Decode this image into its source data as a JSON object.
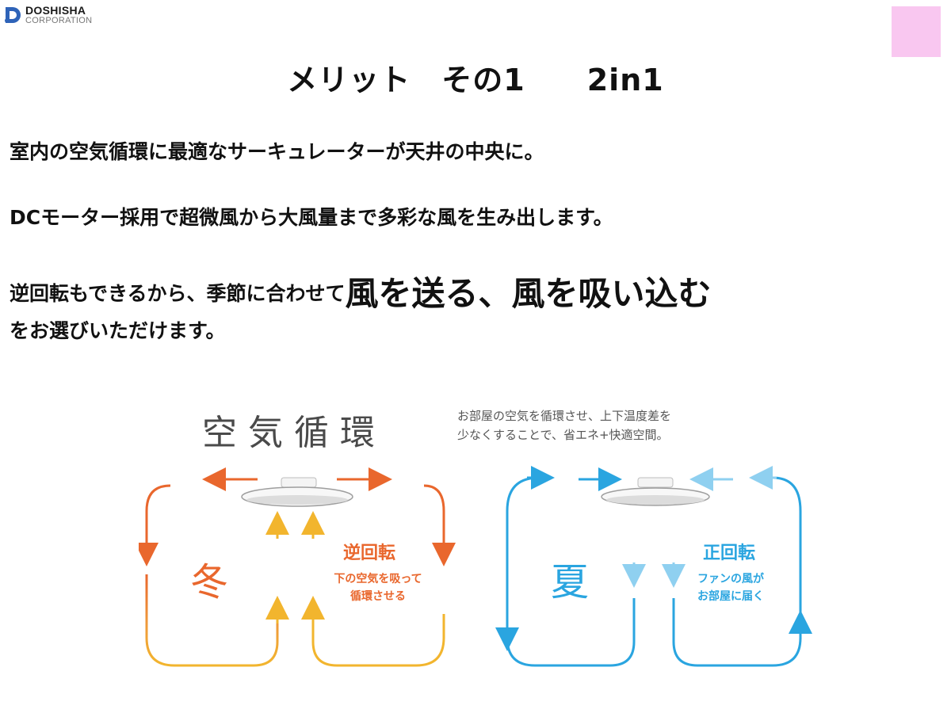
{
  "header": {
    "brand_name": "DOSHISHA",
    "brand_sub": "CORPORATION",
    "brand_color": "#2e63b8"
  },
  "slide": {
    "title": "メリット　その1　　2in1",
    "line1": "室内の空気循環に最適なサーキュレーターが天井の中央に。",
    "line2": "DCモーター採用で超微風から大風量まで多彩な風を生み出します。",
    "line3_prefix": "逆回転もできるから、季節に合わせて",
    "line3_emphasis": "風を送る、風を吸い込む",
    "line4": "をお選びいただけます。"
  },
  "diagram": {
    "title": "空気循環",
    "description_line1": "お部屋の空気を循環させ、上下温度差を",
    "description_line2": "少なくすることで、省エネ+快適空間。",
    "winter": {
      "season": "冬",
      "rotation": "逆回転",
      "desc_line1": "下の空気を吸って",
      "desc_line2": "循環させる",
      "color_top": "#e9672d",
      "color_bottom": "#f2b52e"
    },
    "summer": {
      "season": "夏",
      "rotation": "正回転",
      "desc_line1": "ファンの風が",
      "desc_line2": "お部屋に届く",
      "color": "#2aa5e0",
      "color_light": "#8fd0f0"
    }
  },
  "icons": [
    "doshisha-logo-icon",
    "fan-icon",
    "arrow-icon"
  ]
}
